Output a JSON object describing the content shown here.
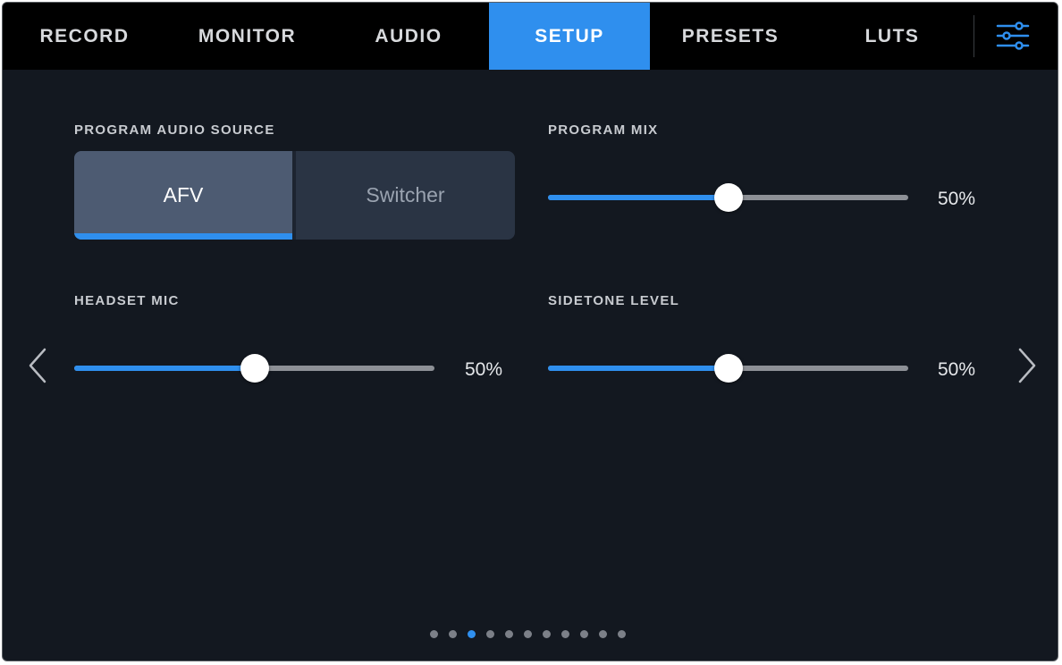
{
  "tabs": [
    {
      "label": "RECORD",
      "active": false
    },
    {
      "label": "MONITOR",
      "active": false
    },
    {
      "label": "AUDIO",
      "active": false
    },
    {
      "label": "SETUP",
      "active": true
    },
    {
      "label": "PRESETS",
      "active": false
    },
    {
      "label": "LUTS",
      "active": false
    }
  ],
  "settings_icon": "sliders-settings-icon",
  "program_audio_source": {
    "label": "PROGRAM AUDIO SOURCE",
    "options": [
      "AFV",
      "Switcher"
    ],
    "selected": "AFV"
  },
  "program_mix": {
    "label": "PROGRAM MIX",
    "value": 50,
    "value_text": "50%"
  },
  "headset_mic": {
    "label": "HEADSET MIC",
    "value": 50,
    "value_text": "50%"
  },
  "sidetone_level": {
    "label": "SIDETONE LEVEL",
    "value": 50,
    "value_text": "50%"
  },
  "pagination": {
    "count": 11,
    "active_index": 2
  },
  "colors": {
    "accent": "#2f8fee",
    "background": "#131820",
    "tabbar": "#000000",
    "selected_segment": "#4d5b72"
  }
}
